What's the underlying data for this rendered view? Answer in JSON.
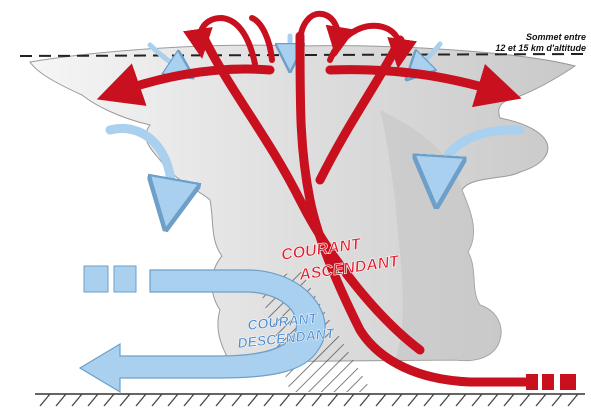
{
  "labels": {
    "top_right_line1": "Sommet entre",
    "top_right_line2": "12 et 15 km d'altitude",
    "updraft_line1": "COURANT",
    "updraft_line2": "ASCENDANT",
    "downdraft_line1": "COURANT",
    "downdraft_line2": "DESCENDANT"
  },
  "colors": {
    "updraft": "#c8101e",
    "updraft_text": "#e01e2c",
    "downdraft": "#a9d0ee",
    "downdraft_stroke": "#6d9fc8",
    "downdraft_text": "#4f8fd1",
    "cloud_light": "#f1f1f1",
    "cloud_dark": "#cfcfcf",
    "cloud_edge": "#9a9a9a",
    "hatch": "#333333"
  }
}
